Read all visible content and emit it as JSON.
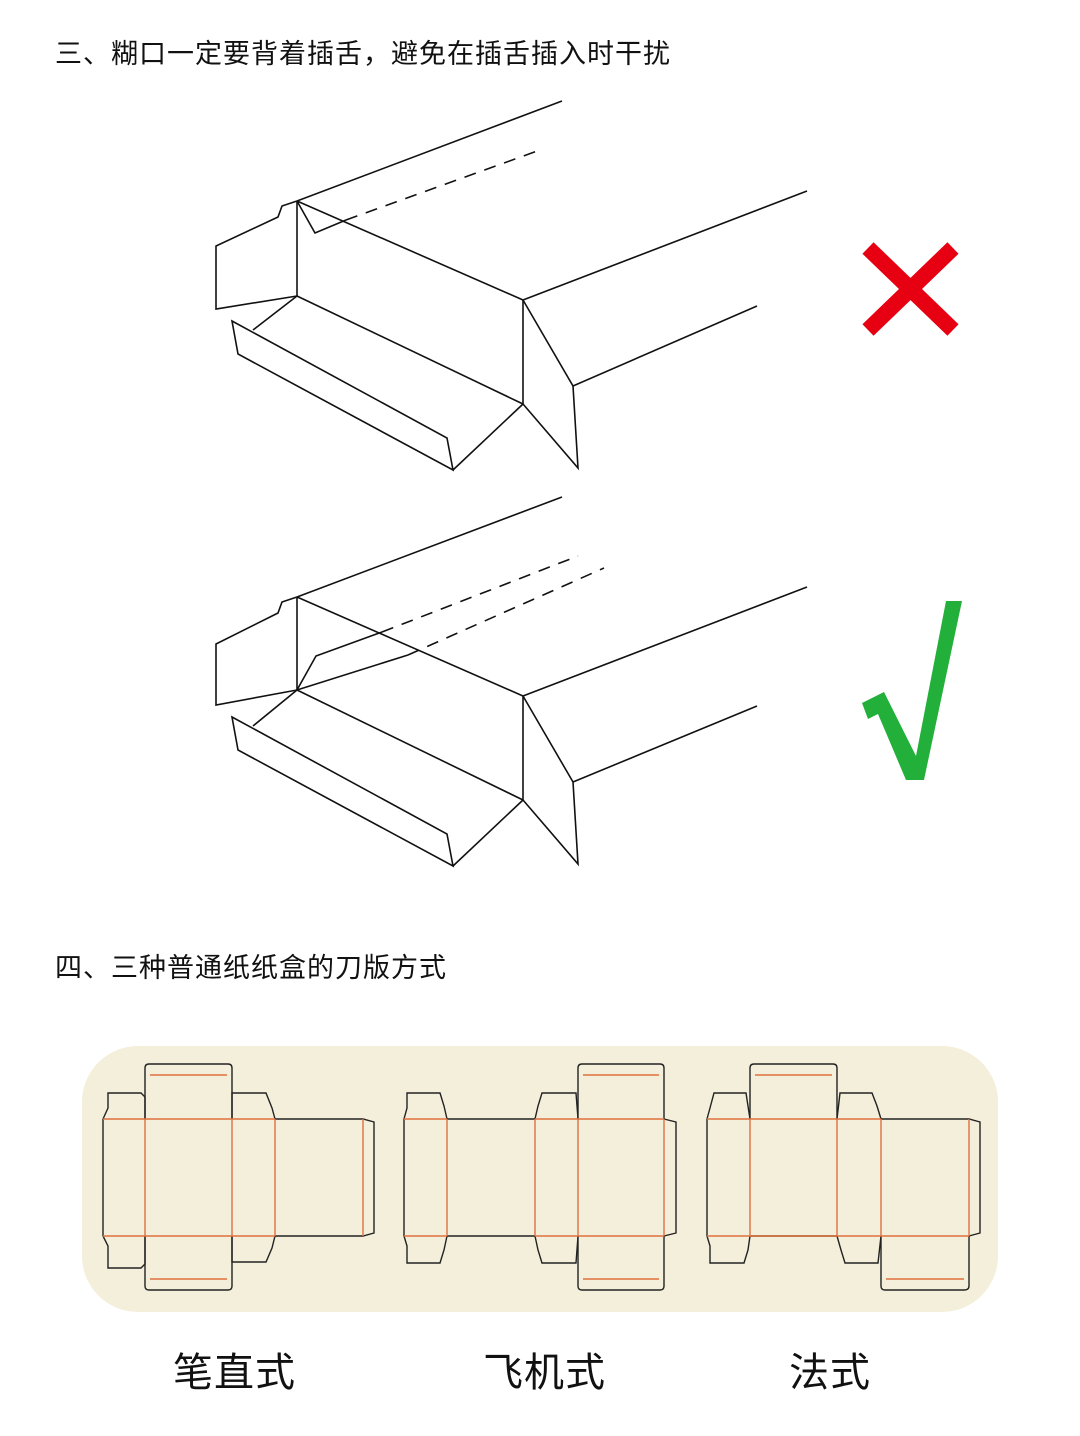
{
  "section3": {
    "title": "三、糊口一定要背着插舌，避免在插舌插入时干扰",
    "diagrams": [
      {
        "name": "wrong-example",
        "verdict": "wrong",
        "mark_icon": "cross-icon",
        "mark_color": "#e60012"
      },
      {
        "name": "correct-example",
        "verdict": "correct",
        "mark_icon": "checkmark-icon",
        "mark_color": "#22b03a"
      }
    ]
  },
  "section4": {
    "title": "四、三种普通纸纸盒的刀版方式",
    "panel_color": "#f3efda",
    "cut_line_color": "#222222",
    "crease_line_color": "#e0703c",
    "dielines": [
      {
        "label": "笔直式"
      },
      {
        "label": "飞机式"
      },
      {
        "label": "法式"
      }
    ]
  }
}
